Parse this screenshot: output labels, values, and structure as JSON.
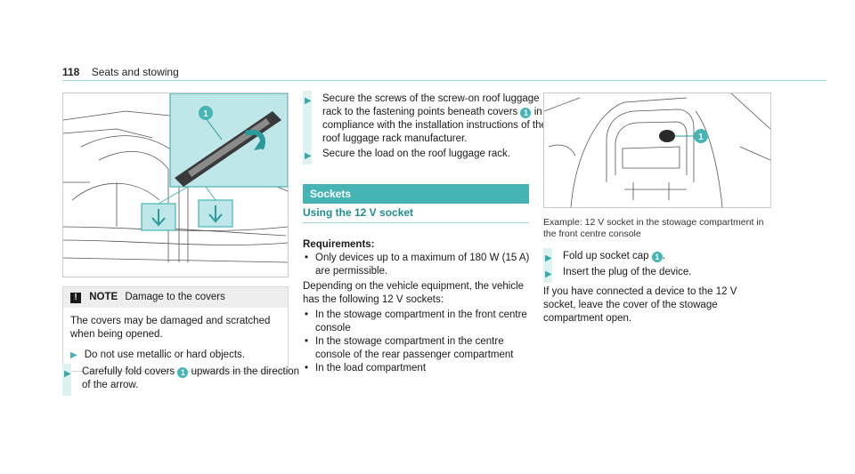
{
  "header": {
    "page_number": "118",
    "section_title": "Seats and stowing"
  },
  "figure_roof": {
    "callout": "1"
  },
  "figure_socket": {
    "callout": "1"
  },
  "note": {
    "label": "NOTE",
    "title": "Damage to the covers",
    "body": "The covers may be damaged and scratched when being opened.",
    "instruction": "Do not use metallic or hard objects."
  },
  "step_fold_covers": {
    "before": "Carefully fold covers",
    "num": "1",
    "after": "upwards in the direction of the arrow."
  },
  "step_secure_screws": {
    "before": "Secure the screws of the screw-on roof luggage rack to the fastening points beneath covers",
    "num": "1",
    "after": "in compliance with the installation instructions of the roof luggage rack manufacturer."
  },
  "step_secure_load": {
    "text": "Secure the load on the roof luggage rack."
  },
  "sockets": {
    "heading": "Sockets",
    "subheading": "Using the 12 V socket",
    "requirements_label": "Requirements:",
    "requirements": [
      "Only devices up to a maximum of 180 W (15 A) are permissible."
    ],
    "intro": "Depending on the vehicle equipment, the vehicle has the following 12 V sockets:",
    "locations": [
      "In the stowage compartment in the front centre console",
      "In the stowage compartment in the centre console of the rear passenger compartment",
      "In the load compartment"
    ]
  },
  "socket_caption": "Example: 12 V socket in the stowage compartment in the front centre console",
  "step_fold_cap": {
    "before": "Fold up socket cap",
    "num": "1",
    "after": "."
  },
  "step_insert_plug": {
    "text": "Insert the plug of the device."
  },
  "closing_paragraph": "If you have connected a device to the 12 V socket, leave the cover of the stowage compartment open."
}
